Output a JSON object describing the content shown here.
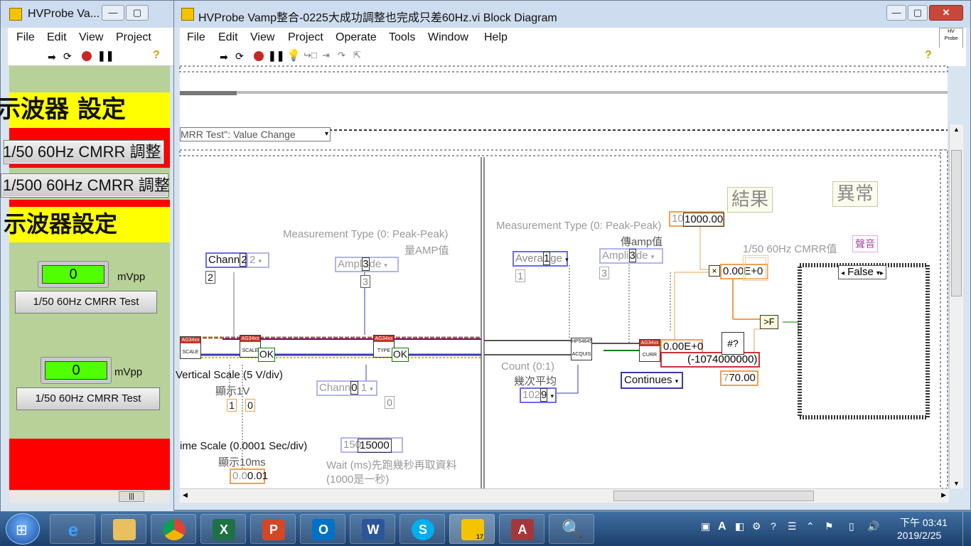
{
  "front_window": {
    "title": "HVProbe Va...",
    "menu": [
      "File",
      "Edit",
      "View",
      "Project"
    ],
    "banner_1": "示波器 設定",
    "button_1": "1/50 60Hz CMRR 調整",
    "button_2": "1/500 60Hz CMRR 調整",
    "banner_2": "示波器設定",
    "indicator_1": {
      "value": "0",
      "unit": "mVpp",
      "button": "1/50 60Hz CMRR Test"
    },
    "indicator_2": {
      "value": "0",
      "unit": "mVpp",
      "button": "1/50 60Hz CMRR Test"
    },
    "scroll_handle": "|||"
  },
  "bd_window": {
    "title": "HVProbe Vamp整合-0225大成功調整也完成只差60Hz.vi Block Diagram",
    "menu": [
      "File",
      "Edit",
      "View",
      "Project",
      "Operate",
      "Tools",
      "Window",
      "Help"
    ],
    "event_selector": "MRR Test\": Value Change"
  },
  "diagram": {
    "meas_type_1": "Measurement Type (0: Peak-Peak)",
    "meas_type_1_sub": "量AMP值",
    "meas_type_2": "Measurement Type (0: Peak-Peak)",
    "meas_type_2_sub": "傳amp值",
    "channel_const": "Chann",
    "channel_const_val": "2",
    "channel_ring": "2",
    "channel_ind": "2",
    "ampl_left": "Ampl",
    "ampl_left_val": "3",
    "ampl_left_tail": "de",
    "ampl_left_ind": "3",
    "averg": "Avera",
    "averg_val": "1",
    "averg_tail": "ge",
    "averg_ind": "1",
    "ampl_right": "Ampli",
    "ampl_right_val": "3",
    "ampl_right_tail": "de",
    "ampl_right_ind": "3",
    "result_label": "結果",
    "abnormal_label": "異常",
    "value_10": "10",
    "value_1000": "1000.00",
    "cmrr_label": "1/50 60Hz CMRR值",
    "sound_label": "聲音",
    "mult_value": "0.00E+0",
    "case_selector": "False",
    "compare_label": ">F",
    "vertical_scale": "Vertical Scale (5 V/div)",
    "vertical_scale_sub": "顯示1V",
    "vs_const_1": "1",
    "vs_const_2": "0",
    "ok_1": "OK",
    "ok_2": "OK",
    "channel_bottom": "Chann",
    "channel_bottom_val": "0",
    "channel_bottom_ring": "1",
    "const_0": "0",
    "count_label": "Count (0:1)",
    "count_sub": "幾次平均",
    "count_val_a": "102",
    "count_val_b": "9",
    "continues": "Continues",
    "curr_value": "0.00E+0",
    "error_value": "(-1074000000)",
    "val_770_a": "7",
    "val_770_b": "70.00",
    "time_scale": "ime Scale (0.0001 Sec/div)",
    "time_scale_sub": "顯示10ms",
    "ts_const_a": "0.0",
    "ts_const_b": "0.01",
    "wait_a": "150",
    "wait_b": "15000",
    "wait_label": "Wait (ms)先跑幾秒再取資料",
    "wait_label_2": "(1000是一秒)",
    "node_scale_1": "SCALE",
    "node_scale_2": "SCALE",
    "node_type": "TYPE",
    "node_hp": "HP54645",
    "node_acq": "ACQUIS",
    "node_curr": "CURR",
    "node_hdr": "AG34xx"
  },
  "taskbar": {
    "time": "下午 03:41",
    "date": "2019/2/25",
    "apps": [
      "windows-start",
      "internet-explorer",
      "file-explorer",
      "chrome",
      "excel",
      "powerpoint",
      "outlook",
      "word",
      "skype",
      "labview",
      "access",
      "magnifier"
    ],
    "labview_badge": "17",
    "tray_text": "A"
  },
  "colors": {
    "yellow": "#ffff00",
    "red": "#ff0000",
    "panel_green": "#b7d199",
    "led_green": "#52ff00",
    "wire_blue": "#3a3ab0",
    "wire_orange": "#f0a050",
    "wire_purple": "#800080"
  }
}
